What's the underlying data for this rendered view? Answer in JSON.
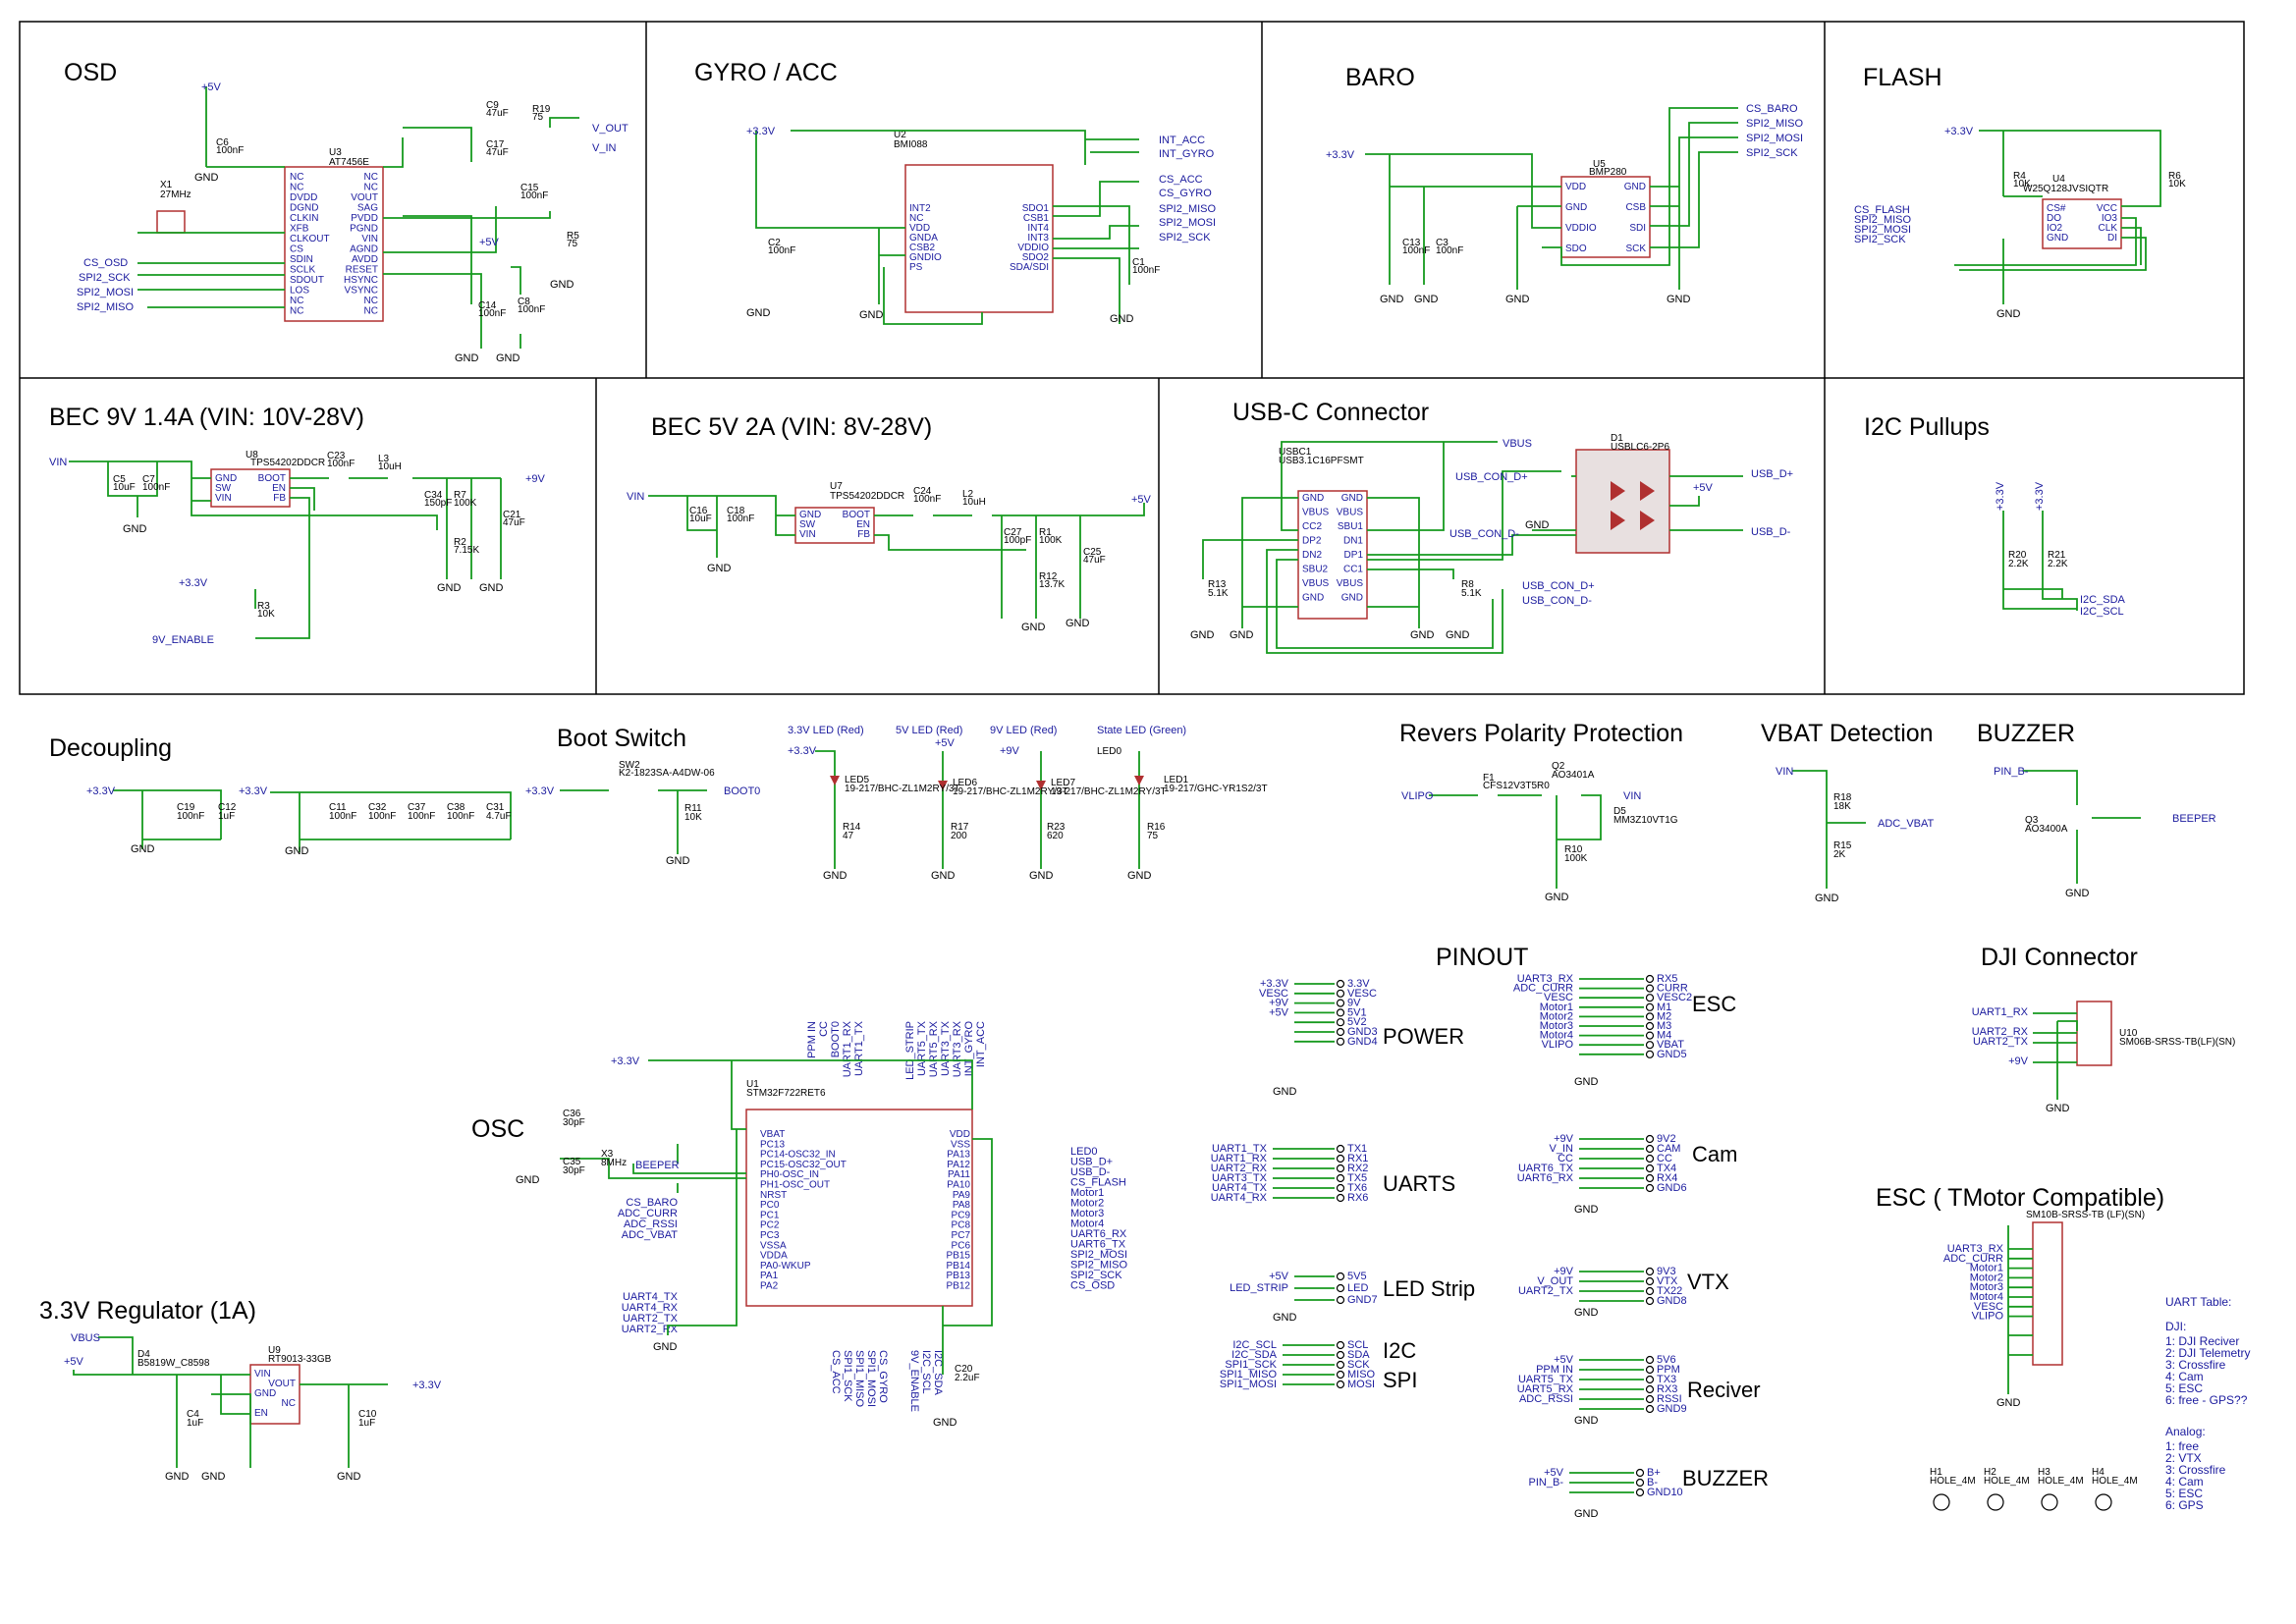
{
  "sections": {
    "osd": "OSD",
    "gyro": "GYRO / ACC",
    "baro": "BARO",
    "flash": "FLASH",
    "bec9": "BEC 9V 1.4A (VIN: 10V-28V)",
    "bec5": "BEC 5V 2A (VIN: 8V-28V)",
    "usbc": "USB-C Connector",
    "i2c": "I2C Pullups",
    "decoupling": "Decoupling",
    "boot": "Boot Switch",
    "revpol": "Revers Polarity Protection",
    "vbat": "VBAT Detection",
    "buzzer": "BUZZER",
    "osc": "OSC",
    "reg33": "3.3V Regulator (1A)",
    "pinout": "PINOUT",
    "dji": "DJI Connector",
    "esc_tmotor": "ESC ( TMotor Compatible)"
  },
  "leds": {
    "led33": "3.3V LED (Red)",
    "led5": "5V LED (Red)",
    "led9": "9V LED (Red)",
    "ledstate": "State LED (Green)"
  },
  "pinout_groups": {
    "power": "POWER",
    "esc": "ESC",
    "uarts": "UARTS",
    "cam": "Cam",
    "ledstrip": "LED Strip",
    "vtx": "VTX",
    "i2c": "I2C",
    "spi": "SPI",
    "reciver": "Reciver",
    "buzzer": "BUZZER"
  },
  "components": {
    "osd_ic": {
      "ref": "U3",
      "part": "AT7456E",
      "pins_left": [
        "NC",
        "NC",
        "DVDD",
        "DGND",
        "CLKIN",
        "XFB",
        "CLKOUT",
        "CS",
        "SDIN",
        "SCLK",
        "SDOUT",
        "LOS",
        "NC",
        "NC"
      ],
      "pins_right": [
        "NC",
        "NC",
        "VOUT",
        "SAG",
        "PVDD",
        "PGND",
        "VIN",
        "AGND",
        "AVDD",
        "RESET",
        "HSYNC",
        "VSYNC",
        "NC",
        "NC"
      ]
    },
    "gyro_ic": {
      "ref": "U2",
      "part": "BMI088",
      "pins_left": [
        "INT2",
        "NC",
        "VDD",
        "GNDA",
        "CSB2",
        "GNDIO",
        "PS"
      ],
      "pins_right": [
        "SDO1",
        "CSB1",
        "INT4",
        "INT3",
        "VDDIO",
        "SDO2",
        "SDA/SDI"
      ]
    },
    "baro_ic": {
      "ref": "U5",
      "part": "BMP280",
      "pins_left": [
        "VDD",
        "GND",
        "VDDIO",
        "SDO"
      ],
      "pins_right": [
        "GND",
        "CSB",
        "SDI",
        "SCK"
      ]
    },
    "flash_ic": {
      "ref": "U4",
      "part": "W25Q128JVSIQTR",
      "pins_left": [
        "CS#",
        "DO",
        "IO2",
        "GND"
      ],
      "pins_right": [
        "VCC",
        "IO3",
        "CLK",
        "DI"
      ]
    },
    "bec9_ic": {
      "ref": "U8",
      "part": "TPS54202DDCR",
      "pins_left": [
        "GND",
        "SW",
        "VIN"
      ],
      "pins_right": [
        "BOOT",
        "EN",
        "FB"
      ]
    },
    "bec5_ic": {
      "ref": "U7",
      "part": "TPS54202DDCR",
      "pins_left": [
        "GND",
        "SW",
        "VIN"
      ],
      "pins_right": [
        "BOOT",
        "EN",
        "FB"
      ]
    },
    "usb_conn": {
      "ref": "USBC1",
      "part": "USB3.1C16PFSMT",
      "pins_left": [
        "GND",
        "VBUS",
        "CC2",
        "DP2",
        "DN2",
        "SBU2",
        "VBUS",
        "GND"
      ],
      "pins_right": [
        "GND",
        "VBUS",
        "SBU1",
        "DN1",
        "DP1",
        "CC1",
        "VBUS",
        "GND"
      ]
    },
    "esd": {
      "ref": "D1",
      "part": "USBLC6-2P6"
    },
    "mcu": {
      "ref": "U1",
      "part": "STM32F722RET6",
      "pins_left": [
        "VBAT",
        "PC13",
        "PC14-OSC32_IN",
        "PC15-OSC32_OUT",
        "PH0-OSC_IN",
        "PH1-OSC_OUT",
        "NRST",
        "PC0",
        "PC1",
        "PC2",
        "PC3",
        "VSSA",
        "VDDA",
        "PA0-WKUP",
        "PA1",
        "PA2"
      ],
      "pins_right": [
        "VDD",
        "VSS",
        "PA13",
        "PA12",
        "PA11",
        "PA10",
        "PA9",
        "PA8",
        "PC9",
        "PC8",
        "PC7",
        "PC6",
        "PB15",
        "PB14",
        "PB13",
        "PB12"
      ]
    },
    "ldo": {
      "ref": "U9",
      "part": "RT9013-33GB",
      "pins_left": [
        "VIN",
        "GND",
        "EN"
      ],
      "pins_right": [
        "VOUT",
        "NC"
      ]
    },
    "dji_conn": {
      "ref": "U10",
      "part": "SM06B-SRSS-TB(LF)(SN)"
    },
    "esc_conn": {
      "ref": "",
      "part": "SM10B-SRSS-TB (LF)(SN)"
    },
    "boot_sw": {
      "ref": "SW2",
      "part": "K2-1823SA-A4DW-06"
    },
    "xtal_osd": {
      "ref": "X1",
      "part": "27MHz"
    },
    "xtal_mcu": {
      "ref": "X3",
      "part": "8MHz"
    },
    "fuse": {
      "ref": "F1",
      "part": "CFS12V3T5R0"
    },
    "q2": {
      "ref": "Q2",
      "part": "AO3401A"
    },
    "d5": {
      "ref": "D5",
      "part": "MM3Z10VT1G"
    },
    "q3": {
      "ref": "Q3",
      "part": "AO3400A"
    },
    "d4": {
      "ref": "D4",
      "part": "B5819W_C8598"
    }
  },
  "nets": {
    "p5v": "+5V",
    "p33v": "+3.3V",
    "p9v": "+9V",
    "gnd": "GND",
    "v_out": "V_OUT",
    "v_in": "V_IN",
    "cs_osd": "CS_OSD",
    "spi2_sck": "SPI2_SCK",
    "spi2_mosi": "SPI2_MOSI",
    "spi2_miso": "SPI2_MISO",
    "int_acc": "INT_ACC",
    "int_gyro": "INT_GYRO",
    "cs_acc": "CS_ACC",
    "cs_gyro": "CS_GYRO",
    "cs_baro": "CS_BARO",
    "cs_flash": "CS_FLASH",
    "vin": "VIN",
    "en9": "9V_ENABLE",
    "vbus": "VBUS",
    "usb_dp": "USB_D+",
    "usb_dm": "USB_D-",
    "usb_con_dp": "USB_CON_D+",
    "usb_con_dm": "USB_CON_D-",
    "i2c_sda": "I2C_SDA",
    "i2c_scl": "I2C_SCL",
    "boot0": "BOOT0",
    "vlipo": "VLIPO",
    "adc_vbat": "ADC_VBAT",
    "pin_b": "PIN_B-",
    "beeper": "BEEPER"
  },
  "values": {
    "c6": "C6",
    "c6v": "100nF",
    "r19": "R19",
    "r19v": "75",
    "c9": "C9",
    "c9v": "47uF",
    "c17": "C17",
    "c17v": "47uF",
    "c15": "C15",
    "c15v": "100nF",
    "r5": "R5",
    "r5v": "75",
    "c14": "C14",
    "c14v": "100nF",
    "c8": "C8",
    "c8v": "100nF",
    "c2": "C2",
    "c2v": "100nF",
    "c1": "C1",
    "c1v": "100nF",
    "c13": "C13",
    "c13v": "100nF",
    "c3": "C3",
    "c3v": "100nF",
    "r4": "R4",
    "r4v": "10K",
    "r6": "R6",
    "r6v": "10K",
    "c5": "C5",
    "c5v": "10uF",
    "c7": "C7",
    "c7v": "100nF",
    "c23": "C23",
    "c23v": "100nF",
    "l3": "L3",
    "l3v": "10uH",
    "c34": "C34",
    "c34v": "150pF",
    "r7": "R7",
    "r7v": "100K",
    "r2": "R2",
    "r2v": "7.15K",
    "c21": "C21",
    "c21v": "47uF",
    "r3": "R3",
    "r3v": "10K",
    "c16": "C16",
    "c16v": "10uF",
    "c18": "C18",
    "c18v": "100nF",
    "c24": "C24",
    "c24v": "100nF",
    "l2": "L2",
    "l2v": "10uH",
    "c27": "C27",
    "c27v": "100pF",
    "r1": "R1",
    "r1v": "100K",
    "r12": "R12",
    "r12v": "13.7K",
    "c25": "C25",
    "c25v": "47uF",
    "r13": "R13",
    "r13v": "5.1K",
    "r8": "R8",
    "r8v": "5.1K",
    "r20": "R20",
    "r20v": "2.2K",
    "r21": "R21",
    "r21v": "2.2K",
    "c19": "C19",
    "c19v": "100nF",
    "c12": "C12",
    "c12v": "1uF",
    "c11": "C11",
    "c11v": "100nF",
    "c32": "C32",
    "c32v": "100nF",
    "c37": "C37",
    "c37v": "100nF",
    "c38": "C38",
    "c38v": "100nF",
    "c31": "C31",
    "c31v": "4.7uF",
    "r11": "R11",
    "r11v": "10K",
    "led5": "LED5",
    "led5p": "19-217/BHC-ZL1M2RY/3T",
    "r14": "R14",
    "r14v": "47",
    "led6": "LED6",
    "led6p": "19-217/BHC-ZL1M2RY/3T",
    "r17": "R17",
    "r17v": "200",
    "led7": "LED7",
    "led7p": "19-217/BHC-ZL1M2RY/3T",
    "r23": "R23",
    "r23v": "620",
    "led1": "LED1",
    "led1p": "19-217/GHC-YR1S2/3T",
    "r16": "R16",
    "r16v": "75",
    "led0": "LED0",
    "r10": "R10",
    "r10v": "100K",
    "r18": "R18",
    "r18v": "18K",
    "r15": "R15",
    "r15v": "2K",
    "c36": "C36",
    "c36v": "30pF",
    "c35": "C35",
    "c35v": "30pF",
    "c20": "C20",
    "c20v": "2.2uF",
    "c4": "C4",
    "c4v": "1uF",
    "c10": "C10",
    "c10v": "1uF"
  },
  "pinout": {
    "power_left": [
      "+3.3V",
      "VESC",
      "+9V",
      "+5V"
    ],
    "power_right": [
      "3.3V",
      "VESC",
      "9V",
      "5V1",
      "5V2",
      "GND3",
      "GND4"
    ],
    "esc_left": [
      "UART3_RX",
      "ADC_CURR",
      "VESC",
      "Motor1",
      "Motor2",
      "Motor3",
      "Motor4",
      "VLIPO"
    ],
    "esc_right": [
      "RX5",
      "CURR",
      "VESC2",
      "M1",
      "M2",
      "M3",
      "M4",
      "VBAT",
      "GND5"
    ],
    "uarts_left": [
      "UART1_TX",
      "UART1_RX",
      "UART2_RX",
      "UART3_TX",
      "UART4_TX",
      "UART4_RX"
    ],
    "uarts_right": [
      "TX1",
      "RX1",
      "RX2",
      "TX5",
      "TX6",
      "RX6"
    ],
    "cam_left": [
      "+9V",
      "V_IN",
      "CC",
      "UART6_TX",
      "UART6_RX"
    ],
    "cam_right": [
      "9V2",
      "CAM",
      "CC",
      "TX4",
      "RX4",
      "GND6"
    ],
    "led_left": [
      "+5V",
      "LED_STRIP"
    ],
    "led_right": [
      "5V5",
      "LED",
      "GND7"
    ],
    "vtx_left": [
      "+9V",
      "V_OUT",
      "UART2_TX"
    ],
    "vtx_right": [
      "9V3",
      "VTX",
      "TX22",
      "GND8"
    ],
    "i2cspi_left": [
      "I2C_SCL",
      "I2C_SDA",
      "SPI1_SCK",
      "SPI1_MISO",
      "SPI1_MOSI"
    ],
    "i2cspi_right": [
      "SCL",
      "SDA",
      "SCK",
      "MISO",
      "MOSI"
    ],
    "rx_left": [
      "+5V",
      "PPM IN",
      "UART5_TX",
      "UART5_RX",
      "ADC_RSSI"
    ],
    "rx_right": [
      "5V6",
      "PPM",
      "TX3",
      "RX3",
      "RSSI",
      "GND9"
    ],
    "buz_left": [
      "+5V",
      "PIN_B-"
    ],
    "buz_right": [
      "B+",
      "B-",
      "GND10"
    ]
  },
  "mcu_nets": {
    "left": [
      "CS_BARO",
      "ADC_CURR",
      "ADC_RSSI",
      "ADC_VBAT",
      "UART4_TX",
      "UART4_RX",
      "UART2_TX",
      "UART2_RX"
    ],
    "right": [
      "LED0",
      "USB_D+",
      "USB_D-",
      "CS_FLASH",
      "Motor1",
      "Motor2",
      "Motor3",
      "Motor4",
      "UART6_RX",
      "UART6_TX",
      "SPI2_MOSI",
      "SPI2_MISO",
      "SPI2_SCK",
      "CS_OSD"
    ],
    "top": [
      "PPM IN",
      "CC",
      "BOOT0",
      "UART1_RX",
      "UART1_TX",
      "LED_STRIP",
      "UART5_TX",
      "UART5_RX",
      "UART3_TX",
      "UART3_RX",
      "INT_GYRO",
      "INT_ACC"
    ],
    "bottom": [
      "CS_ACC",
      "SPI1_SCK",
      "SPI1_MISO",
      "SPI1_MOSI",
      "CS_GYRO",
      "9V_ENABLE",
      "I2C_SCL",
      "I2C_SDA"
    ]
  },
  "dji_nets": [
    "UART1_RX",
    "UART2_RX",
    "UART2_TX",
    "+9V"
  ],
  "esc_nets": [
    "UART3_RX",
    "ADC_CURR",
    "Motor1",
    "Motor2",
    "Motor3",
    "Motor4",
    "VESC",
    "VLIPO"
  ],
  "holes": [
    {
      "ref": "H1",
      "val": "HOLE_4M"
    },
    {
      "ref": "H2",
      "val": "HOLE_4M"
    },
    {
      "ref": "H3",
      "val": "HOLE_4M"
    },
    {
      "ref": "H4",
      "val": "HOLE_4M"
    }
  ],
  "uart_table": {
    "title": "UART Table:",
    "dji_head": "DJI:",
    "dji": [
      "1: DJI Reciver",
      "2: DJI Telemetry",
      "3: Crossfire",
      "4: Cam",
      "5: ESC",
      "6: free - GPS??"
    ],
    "analog_head": "Analog:",
    "analog": [
      "1: free",
      "2: VTX",
      "3: Crossfire",
      "4: Cam",
      "5: ESC",
      "6: GPS"
    ]
  },
  "colors": {
    "wire": "#169a1e",
    "part": "#b03030",
    "net": "#1b1b9e",
    "frame": "#000000"
  }
}
